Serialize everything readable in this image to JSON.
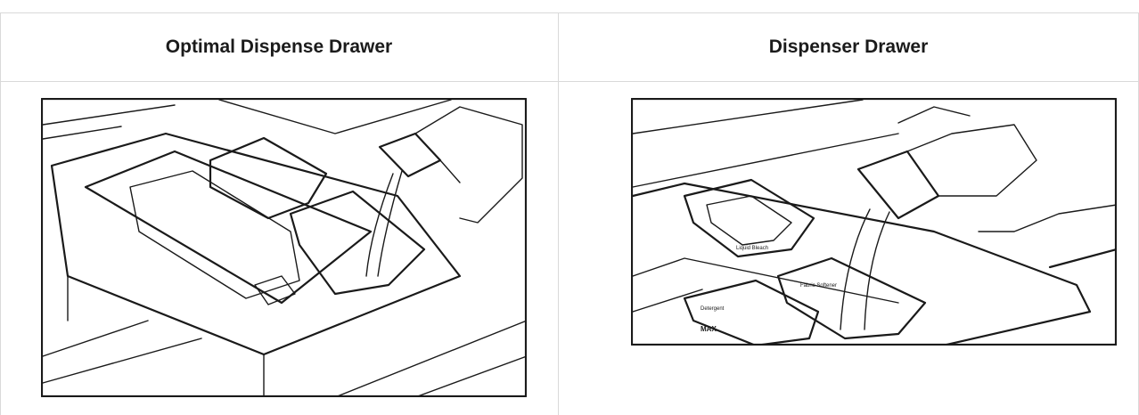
{
  "table": {
    "headers": [
      "Optimal Dispense Drawer",
      "Dispenser Drawer"
    ]
  },
  "illustrations": [
    {
      "icon": "detergent-pour-illustration",
      "labels": []
    },
    {
      "icon": "detergent-pour-illustration",
      "labels": [
        "Liquid Bleach",
        "Detergent",
        "Fabric Softener",
        "MAX"
      ]
    }
  ]
}
